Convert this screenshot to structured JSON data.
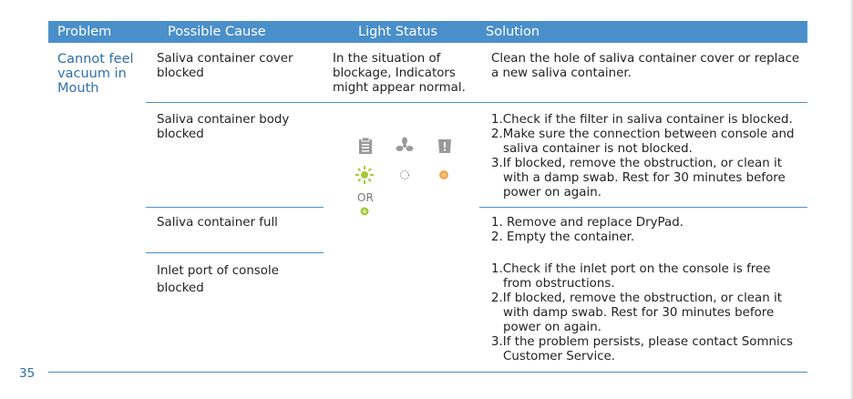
{
  "headers": [
    "Problem",
    "Possible Cause",
    "Light Status",
    "Solution"
  ],
  "problem": "Cannot feel vacuum in Mouth",
  "rows": [
    {
      "cause": "Saliva container cover blocked",
      "light": "In the situation of blockage, Indicators might appear normal.",
      "solution": [
        "Clean the hole of saliva container cover or replace a new saliva container."
      ]
    },
    {
      "cause": "Saliva container body blocked",
      "solution": [
        "1.Check if the filter in saliva container is blocked.",
        "2.Make sure the connection between console and saliva container is not blocked.",
        "3.If blocked, remove the obstruction, or clean it with a damp swab. Rest for 30 minutes before power on again."
      ]
    },
    {
      "cause": "Saliva container full",
      "solution": [
        "1. Remove and replace DryPad.",
        "2. Empty the container."
      ]
    },
    {
      "cause": "Inlet port of console blocked",
      "solution": [
        "1.Check if the inlet port on the console is free from obstructions.",
        "2.If blocked, remove the obstruction, or clean it with damp swab. Rest for 30 minutes before power on again.",
        "3.If the problem persists, please contact Somnics Customer Service."
      ]
    }
  ],
  "light_indicator": {
    "icons": [
      "clipboard-icon",
      "fan-icon",
      "container-icon"
    ],
    "or_label": "OR",
    "colors": {
      "green": "#a6c83c",
      "orange": "#f0a852",
      "icon_grey": "#9a9a9a"
    }
  },
  "page_number": "35",
  "colors": {
    "header_bg": "#4a8fc9",
    "problem_text": "#2f6fab"
  }
}
